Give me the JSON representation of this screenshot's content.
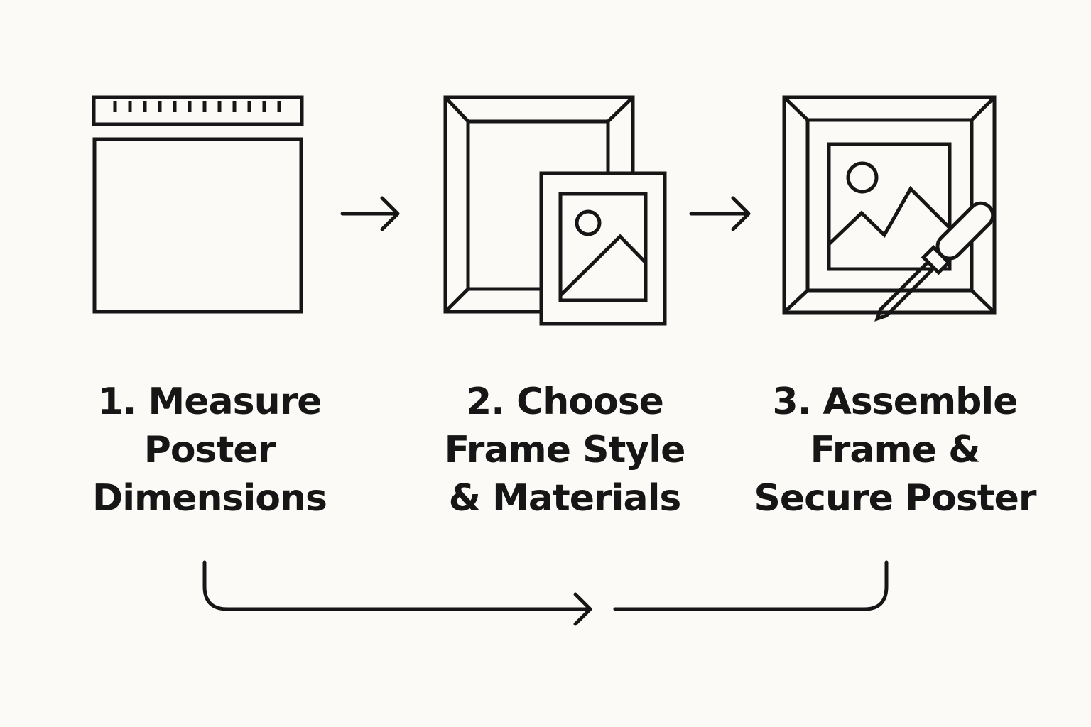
{
  "steps": [
    {
      "number": "1.",
      "lines": [
        "1. Measure",
        "Poster",
        "Dimensions"
      ],
      "icon": "ruler-blank-poster-icon"
    },
    {
      "number": "2.",
      "lines": [
        "2. Choose",
        "Frame Style",
        "& Materials"
      ],
      "icon": "frame-and-picture-icon"
    },
    {
      "number": "3.",
      "lines": [
        "3. Assemble",
        "Frame &",
        "Secure Poster"
      ],
      "icon": "framed-picture-screwdriver-icon"
    }
  ],
  "colors": {
    "background": "#fbfaf6",
    "ink": "#161616"
  },
  "connectors": [
    "right-arrow-icon",
    "right-arrow-icon",
    "loop-arrow-icon"
  ]
}
